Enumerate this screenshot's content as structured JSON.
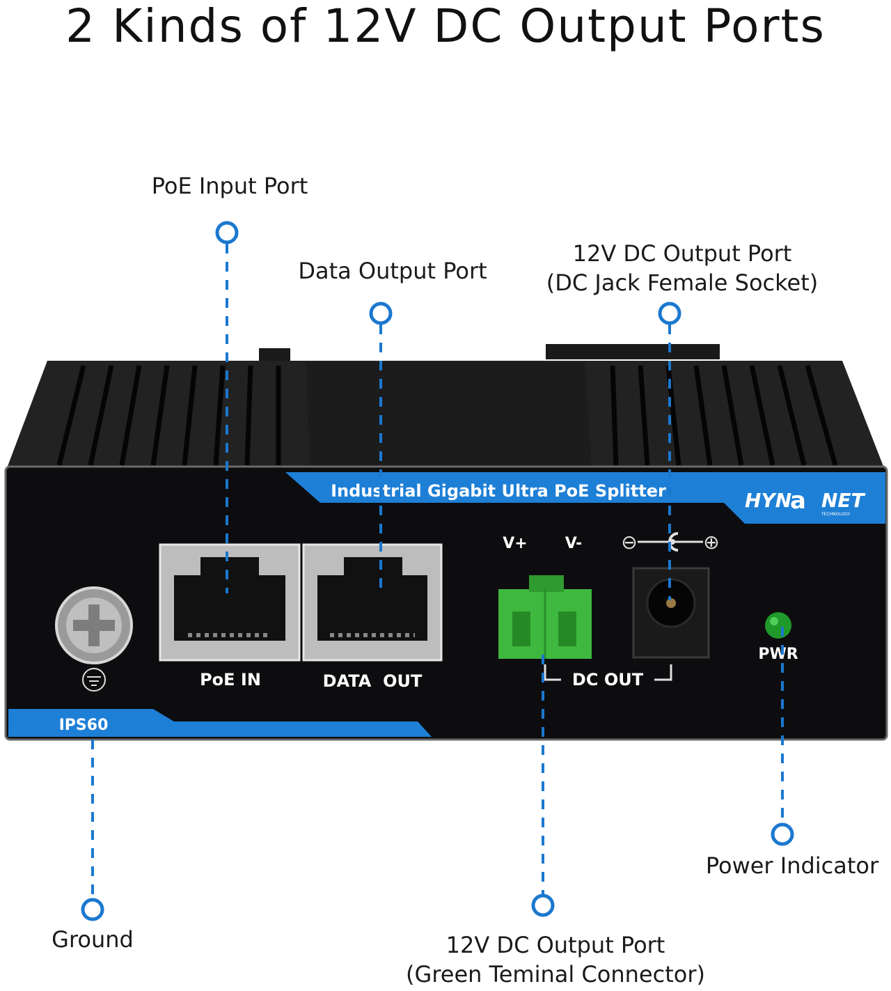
{
  "title": "2 Kinds of 12V DC Output Ports",
  "callouts": {
    "poe_input": "PoE Input Port",
    "data_output": "Data Output Port",
    "dc_jack_line1": "12V DC Output Port",
    "dc_jack_line2": "(DC Jack Female Socket)",
    "power_indicator": "Power Indicator",
    "ground": "Ground",
    "terminal_line1": "12V DC Output Port",
    "terminal_line2": "(Green Teminal Connector)"
  },
  "device": {
    "banner_text": "Industrial Gigabit Ultra PoE Splitter",
    "brand_left": "HYN",
    "brand_mid": "a",
    "brand_right": "NET",
    "brand_sub": "TECHNOLOGY",
    "model": "IPS60",
    "port_poe_in": "PoE IN",
    "port_data_out": "DATA  OUT",
    "terminal_vplus": "V+",
    "terminal_vminus": "V-",
    "dc_out": "DC OUT",
    "pwr": "PWR",
    "polarity_minus": "⊖",
    "polarity_plus": "⊕"
  },
  "colors": {
    "accent_blue": "#1e7fd6",
    "line_blue": "#1b78cf",
    "device_black": "#0d0d0f",
    "terminal_green": "#3fb83f",
    "led_green": "#1f9a2a"
  },
  "icons": [
    "ground-symbol-icon",
    "screw-icon",
    "rj45-port-icon",
    "dc-jack-icon",
    "led-icon"
  ]
}
